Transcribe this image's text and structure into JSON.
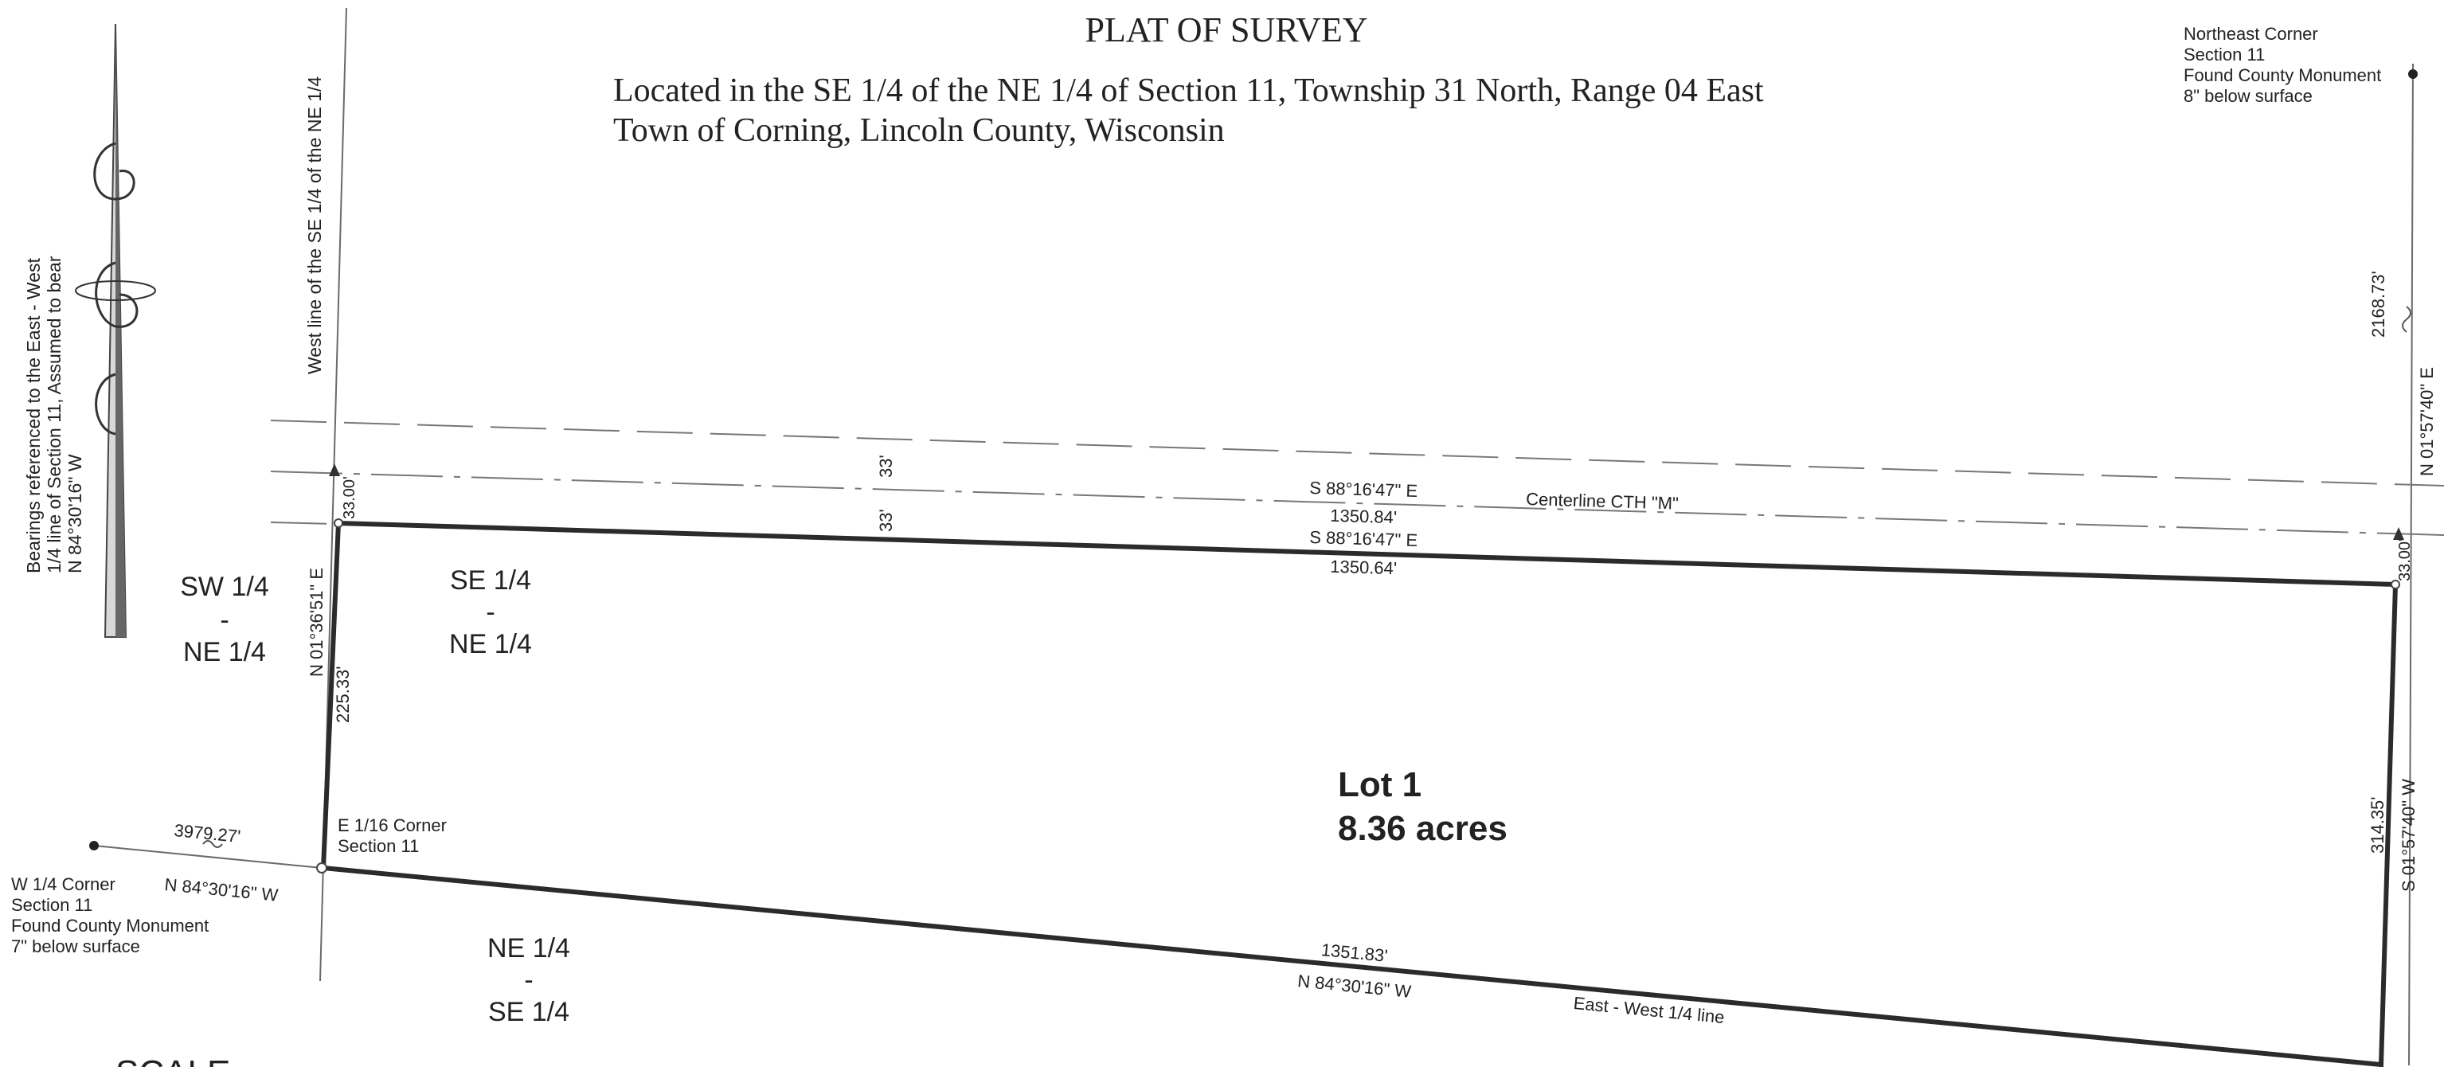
{
  "title": "PLAT OF SURVEY",
  "location_line1": "Located in the SE 1/4 of the NE 1/4 of Section 11, Township 31 North, Range 04 East",
  "location_line2": "Town of Corning, Lincoln County, Wisconsin",
  "northeast_corner": {
    "line1": "Northeast Corner",
    "line2": "Section 11",
    "line3": "Found County Monument",
    "line4": "8\" below surface"
  },
  "w14_corner": {
    "line1": "W 1/4 Corner",
    "line2": "Section 11",
    "line3": "Found County Monument",
    "line4": "7\" below surface"
  },
  "e116_corner": {
    "line1": "E 1/16 Corner",
    "line2": "Section 11"
  },
  "bearing_note": {
    "line1": "Bearings referenced to the East - West",
    "line2": "1/4 line of Section 11, Assumed to bear",
    "line3": "N 84°30'16\" W"
  },
  "west_line_label": "West line of the SE 1/4 of the NE 1/4",
  "centerline_label": "Centerline CTH \"M\"",
  "ew_quarter_line_label": "East - West 1/4 line",
  "quarter_labels": {
    "sw_ne": [
      "SW 1/4",
      "-",
      "NE 1/4"
    ],
    "se_ne": [
      "SE 1/4",
      "-",
      "NE 1/4"
    ],
    "ne_se": [
      "NE 1/4",
      "-",
      "SE 1/4"
    ]
  },
  "lot": {
    "name": "Lot 1",
    "area": "8.36 acres"
  },
  "dimensions": {
    "centerline_bearing": "S 88°16'47\" E",
    "centerline_distance": "1350.84'",
    "north_bearing": "S 88°16'47\" E",
    "north_distance": "1350.64'",
    "south_distance": "1351.83'",
    "south_bearing": "N 84°30'16\" W",
    "west_bearing": "N 01°36'51\" E",
    "west_distance": "225.33'",
    "east_bearing": "S 01°57'40\" W",
    "east_distance": "314.35'",
    "ne_bearing": "N 01°57'40\" E",
    "ne_distance": "2168.73'",
    "w14_distance": "3979.27'",
    "w14_bearing": "N 84°30'16\" W",
    "row_west": "33.00'",
    "row_east": "33.00'",
    "row_north": "33'",
    "row_south": "33'"
  },
  "scale_label_partial": "SCALE"
}
